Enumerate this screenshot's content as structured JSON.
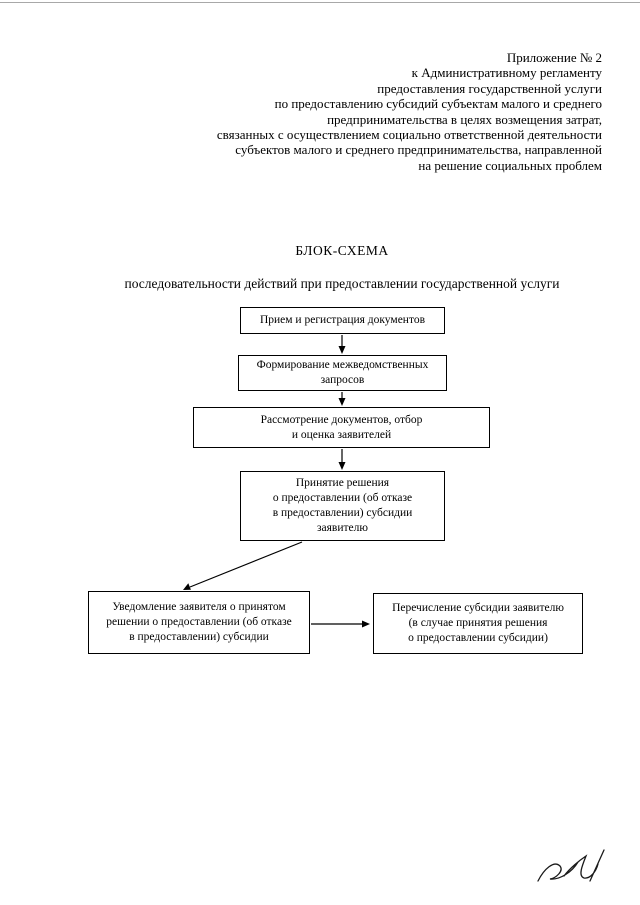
{
  "colors": {
    "ink": "#000000",
    "paper": "#ffffff",
    "box_border": "#000000"
  },
  "header": {
    "lines": [
      "Приложение № 2",
      "к Административному регламенту",
      "предоставления государственной услуги",
      "по предоставлению субсидий субъектам малого и среднего",
      "предпринимательства в целях возмещения затрат,",
      "связанных с осуществлением социально ответственной деятельности",
      "субъектов малого и среднего предпринимательства, направленной",
      "на решение социальных проблем"
    ]
  },
  "scheme": {
    "title": "БЛОК-СХЕМА",
    "subtitle": "последовательности действий при предоставлении государственной услуги",
    "boxes": [
      {
        "id": "box1",
        "text": "Прием и регистрация документов"
      },
      {
        "id": "box2",
        "text": "Формирование межведомственных\nзапросов"
      },
      {
        "id": "box3",
        "text": "Рассмотрение документов, отбор\nи оценка заявителей"
      },
      {
        "id": "box4",
        "text": "Принятие решения\nо предоставлении (об отказе\nв предоставлении) субсидии\nзаявителю"
      },
      {
        "id": "box5",
        "text": "Уведомление заявителя о принятом\nрешении о предоставлении (об отказе\nв предоставлении) субсидии"
      },
      {
        "id": "box6",
        "text": "Перечисление субсидии заявителю\n(в случае принятия решения\nо предоставлении субсидии)"
      }
    ],
    "connections": [
      {
        "from": "box1",
        "to": "box2",
        "type": "arrow-down"
      },
      {
        "from": "box2",
        "to": "box3",
        "type": "arrow-down"
      },
      {
        "from": "box3",
        "to": "box4",
        "type": "arrow-down"
      },
      {
        "from": "box4",
        "to": "box5",
        "type": "arrow-diagonal"
      },
      {
        "from": "box5",
        "to": "box6",
        "type": "arrow-right"
      }
    ]
  }
}
